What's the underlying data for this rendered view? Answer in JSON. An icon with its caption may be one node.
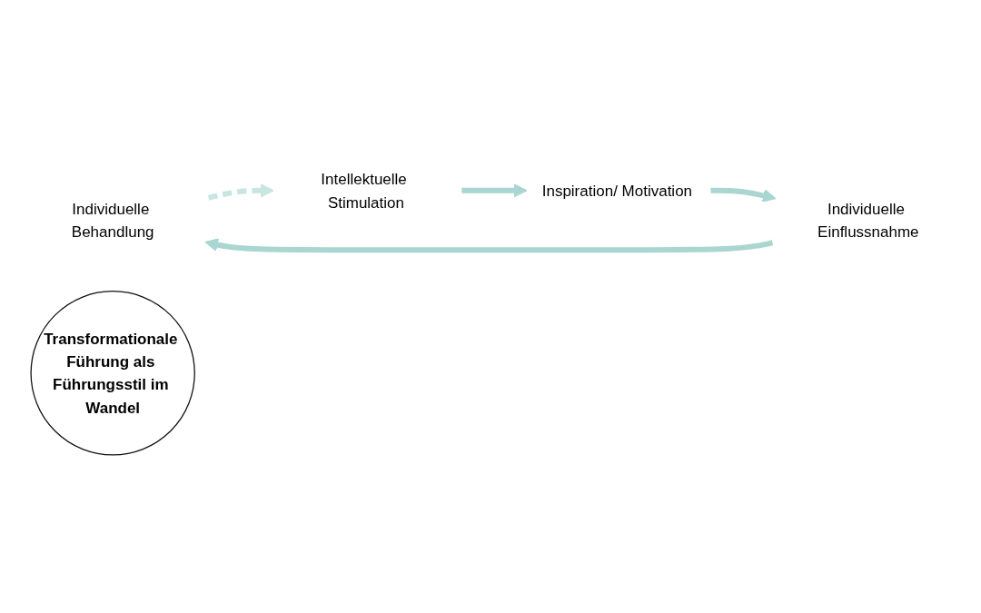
{
  "diagram": {
    "nodes": [
      {
        "text": [
          "Individuelle Behandlung"
        ]
      },
      {
        "text": [
          "Intellektuelle Stimulation"
        ]
      },
      {
        "text": [
          "Transformationale Führung als Führungsstil im Wandel"
        ]
      },
      {
        "text": [
          "Individuelle Einflussnahme"
        ]
      },
      {
        "text": [
          "Inspiration/ Motivation"
        ]
      }
    ],
    "edges": [
      {
        "from": 0,
        "to": 1,
        "arrow": "to",
        "style": "dashed",
        "color": "#c9e5e2"
      },
      {
        "from": 1,
        "to": 4,
        "arrow": "to"
      },
      {
        "from": 4,
        "to": 3,
        "arrow": "to"
      },
      {
        "from": 3,
        "to": 0,
        "arrow": "to"
      }
    ]
  }
}
